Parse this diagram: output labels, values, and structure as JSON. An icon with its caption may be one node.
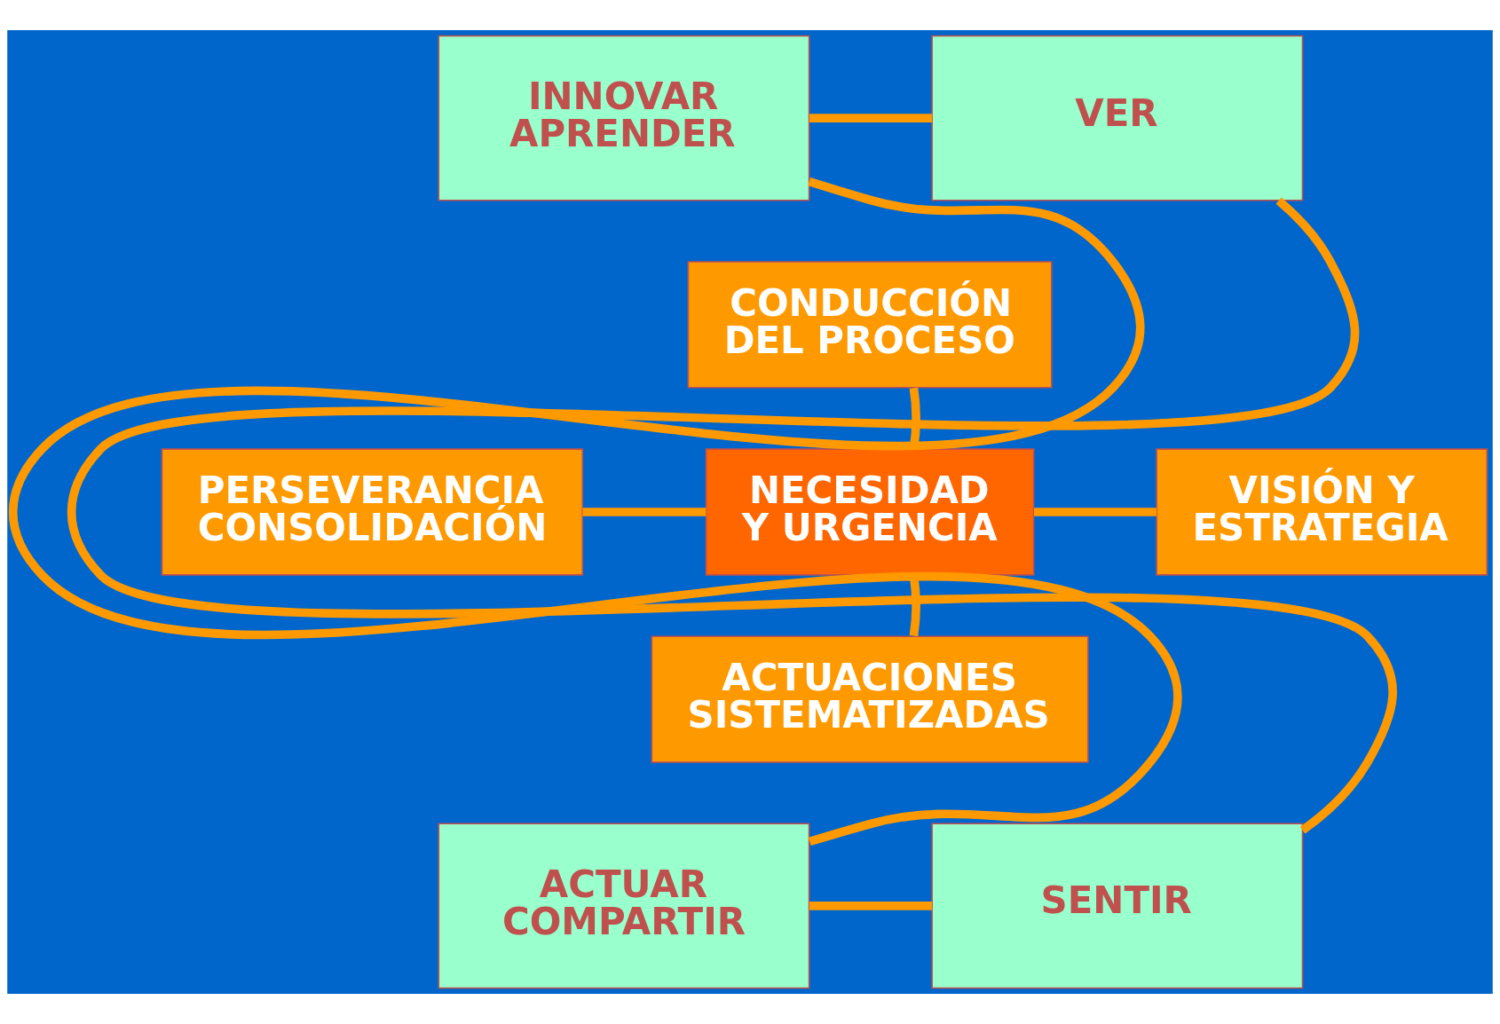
{
  "diagram": {
    "nodes": [
      {
        "text": [
          "INNOVAR APRENDER"
        ]
      },
      {
        "text": [
          "VER"
        ]
      },
      {
        "text": [
          "CONDUCCIÓN DEL PROCESO"
        ]
      },
      {
        "text": [
          "PERSEVERANCIA CONSOLIDACIÓN"
        ]
      },
      {
        "text": [
          "NECESIDAD Y URGENCIA"
        ]
      },
      {
        "text": [
          "VISIÓN Y ESTRATEGIA"
        ]
      },
      {
        "text": [
          "ACTUACIONES SISTEMATIZADAS"
        ]
      },
      {
        "text": [
          "ACTUAR COMPARTIR"
        ]
      },
      {
        "text": [
          "SENTIR"
        ]
      }
    ],
    "edges": [
      {
        "from": 4,
        "to": 2,
        "arrow": "none"
      },
      {
        "from": 3,
        "to": 4,
        "arrow": "none"
      },
      {
        "from": 4,
        "to": 5,
        "arrow": "none"
      },
      {
        "from": 4,
        "to": 6,
        "arrow": "none"
      },
      {
        "from": 0,
        "to": 1,
        "arrow": "none"
      },
      {
        "from": 1,
        "to": 8,
        "arrow": "none"
      },
      {
        "from": 8,
        "to": 7,
        "arrow": "none"
      },
      {
        "from": 7,
        "to": 0,
        "arrow": "none"
      }
    ]
  }
}
